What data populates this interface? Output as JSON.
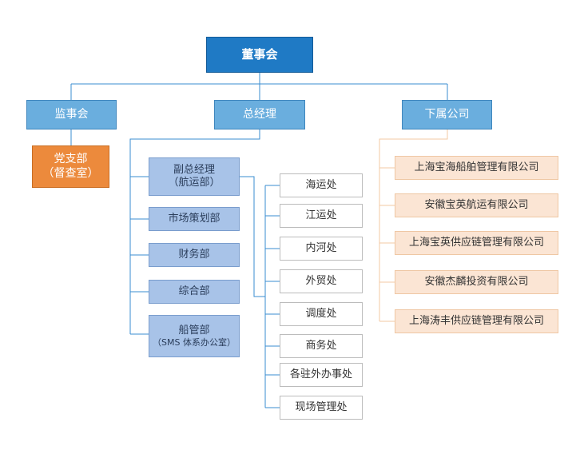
{
  "board": "董事会",
  "supervisory": "监事会",
  "party": {
    "name": "党支部",
    "note": "（督查室）"
  },
  "gm": "总经理",
  "subsidiaries_header": "下属公司",
  "departments": [
    {
      "name": "副总经理",
      "note": "（航运部）"
    },
    {
      "name": "市场策划部",
      "note": ""
    },
    {
      "name": "财务部",
      "note": ""
    },
    {
      "name": "综合部",
      "note": ""
    },
    {
      "name": "船管部",
      "note": "（SMS 体系办公室）"
    }
  ],
  "offices": [
    "海运处",
    "江运处",
    "内河处",
    "外贸处",
    "调度处",
    "商务处",
    "各驻外办事处",
    "现场管理处"
  ],
  "subsidiaries": [
    "上海宝海船舶管理有限公司",
    "安徽宝英航运有限公司",
    "上海宝英供应链管理有限公司",
    "安徽杰麟投资有限公司",
    "上海涛丰供应链管理有限公司"
  ],
  "colors": {
    "board": "#1f7ac5",
    "level1": "#6aaede",
    "party": "#ec8a3c",
    "department": "#a8c3e8",
    "office_border": "#bcbcbc",
    "subsidiary": "#fbe5d4",
    "connector_blue": "#3a8cd0",
    "connector_orange": "#f3c9a3"
  }
}
